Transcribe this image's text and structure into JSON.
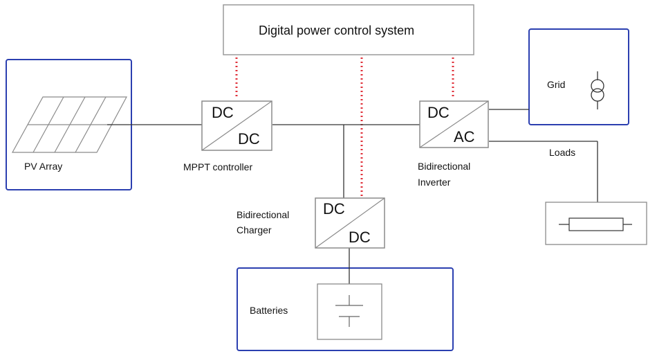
{
  "diagram": {
    "title": "Digital power control system",
    "pv_array": {
      "label": "PV Array"
    },
    "mppt": {
      "top": "DC",
      "bottom": "DC",
      "label": "MPPT controller"
    },
    "inverter": {
      "top": "DC",
      "bottom": "AC",
      "label_line1": "Bidirectional",
      "label_line2": "Inverter"
    },
    "charger": {
      "top": "DC",
      "bottom": "DC",
      "label_line1": "Bidirectional",
      "label_line2": "Charger"
    },
    "grid": {
      "label": "Grid"
    },
    "loads": {
      "label": "Loads"
    },
    "batteries": {
      "label": "Batteries"
    }
  },
  "colors": {
    "group_border": "#2b3fb0",
    "control_link": "#e0303a",
    "wire": "#333333",
    "block_border": "#8a8a8a"
  }
}
